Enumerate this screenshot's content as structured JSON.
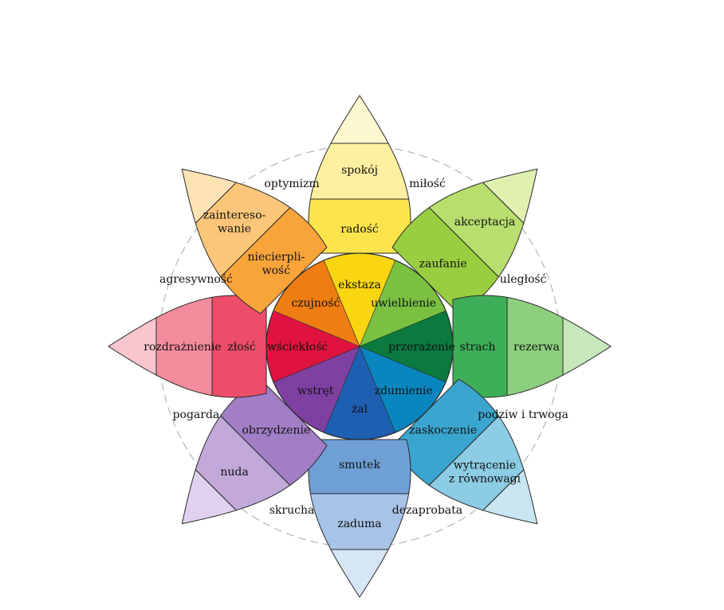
{
  "petals": [
    {
      "key": "joy",
      "angle": 90,
      "labels": [
        "ekstaza",
        "radość",
        "spokój"
      ],
      "colors": [
        "#f9d512",
        "#fce44d",
        "#fdf0a0",
        "#fef8d0"
      ]
    },
    {
      "key": "trust",
      "angle": 45,
      "labels": [
        "uwielbienie",
        "zaufanie",
        "akceptacja"
      ],
      "colors": [
        "#7ac142",
        "#99ce41",
        "#b8de6e",
        "#dff0b0"
      ]
    },
    {
      "key": "fear",
      "angle": 0,
      "labels": [
        "przerażenie",
        "strach",
        "rezerwa"
      ],
      "colors": [
        "#0a7a3e",
        "#3fae58",
        "#8ccf7e",
        "#c6e8bb"
      ]
    },
    {
      "key": "surprise",
      "angle": -45,
      "labels": [
        "zdumienie",
        "zaskoczenie",
        "wytrącenie\nz równowagi"
      ],
      "colors": [
        "#0a86bf",
        "#3aa6cf",
        "#8ccce4",
        "#c7e6f2"
      ]
    },
    {
      "key": "sadness",
      "angle": -90,
      "labels": [
        "żal",
        "smutek",
        "zaduma"
      ],
      "colors": [
        "#1f5fb2",
        "#6e9fd5",
        "#a7c4e8",
        "#d6e6f6"
      ]
    },
    {
      "key": "disgust",
      "angle": -135,
      "labels": [
        "wstręt",
        "obrzydzenie",
        "nuda"
      ],
      "colors": [
        "#7e41a2",
        "#a17ec6",
        "#c2a9da",
        "#e0d2ee"
      ]
    },
    {
      "key": "anger",
      "angle": 180,
      "labels": [
        "wściekłość",
        "złość",
        "rozdrażnienie"
      ],
      "colors": [
        "#e0133f",
        "#ee4d6a",
        "#f48c9e",
        "#f9c5cf"
      ]
    },
    {
      "key": "anticipation",
      "angle": 135,
      "labels": [
        "czujność",
        "niecierpli-\nwość",
        "zaintereso-\nwanie"
      ],
      "colors": [
        "#ef7d12",
        "#f8a43a",
        "#fbc67a",
        "#fde2b4"
      ]
    }
  ],
  "dyads": [
    {
      "label": "miłość",
      "angle": 67.5
    },
    {
      "label": "uległość",
      "angle": 22.5
    },
    {
      "label": "podziw i trwoga",
      "angle": -22.5
    },
    {
      "label": "dezaprobata",
      "angle": -67.5
    },
    {
      "label": "skrucha",
      "angle": -112.5
    },
    {
      "label": "pogarda",
      "angle": -157.5
    },
    {
      "label": "agresywność",
      "angle": 157.5
    },
    {
      "label": "optymizm",
      "angle": 112.5
    }
  ]
}
